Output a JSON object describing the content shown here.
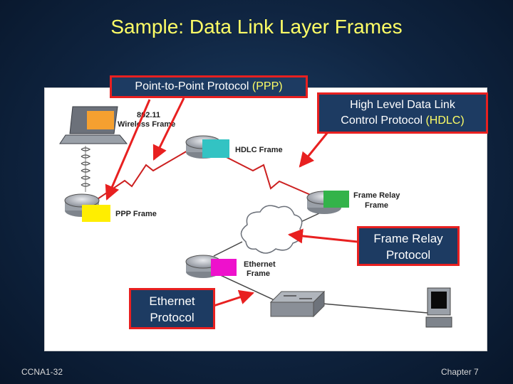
{
  "slide": {
    "title": "Sample: Data Link Layer Frames",
    "footer_left": "CCNA1-32",
    "footer_right": "Chapter 7"
  },
  "diagram_labels": {
    "wireless_frame": [
      "802.11",
      "Wireless Frame"
    ],
    "hdlc_frame": "HDLC Frame",
    "frame_relay_frame": [
      "Frame Relay",
      "Frame"
    ],
    "ppp_frame": "PPP Frame",
    "ethernet_frame": [
      "Ethernet",
      "Frame"
    ]
  },
  "callouts": {
    "ppp": {
      "text": "Point-to-Point Protocol ",
      "accent": "(PPP)"
    },
    "hdlc": {
      "line1": "High Level Data Link",
      "line2": "Control Protocol ",
      "accent": "(HDLC)"
    },
    "frame_relay": {
      "line1": "Frame Relay",
      "line2": "Protocol"
    },
    "ethernet": {
      "line1": "Ethernet",
      "line2": "Protocol"
    }
  },
  "colors": {
    "title": "#ffff66",
    "callout_border": "#e82020",
    "callout_fill": "#1d3b62",
    "arrow": "#e82020",
    "wireless_frame": "#f5a030",
    "hdlc_frame": "#33c3c3",
    "frame_relay_frame": "#33b34a",
    "ppp_frame": "#ffee00",
    "ethernet_frame": "#ee11cc"
  },
  "icons": [
    "laptop-icon",
    "wireless-antenna-icon",
    "router-icon",
    "wan-cloud-icon",
    "switch-icon",
    "pc-icon",
    "serial-link-icon"
  ]
}
